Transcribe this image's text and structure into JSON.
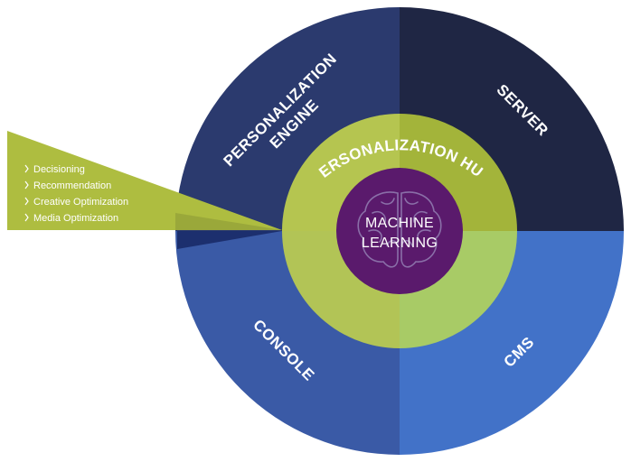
{
  "colors": {
    "engine": "#2b3a6e",
    "server": "#1f2644",
    "cms": "#4272c8",
    "console": "#3a5aa6",
    "hub_top": "#aebd40",
    "hub_right": "#9fb63c",
    "hub_bottom": "#a5c663",
    "hub_left": "#b4c454",
    "center": "#5a1a6c",
    "fan_light": "#aebd40",
    "fan_dark": "#9aa83a",
    "fan_navy": "#1c2f6e"
  },
  "segments": {
    "engine_line1": "PERSONALIZATION",
    "engine_line2": "ENGINE",
    "server": "SERVER",
    "cms": "CMS",
    "console": "CONSOLE"
  },
  "hub": {
    "label": "PERSONALIZATION HUB"
  },
  "center": {
    "line1": "MACHINE",
    "line2": "LEARNING",
    "icon": "brain-icon"
  },
  "fan": {
    "items": [
      "Decisioning",
      "Recommendation",
      "Creative Optimization",
      "Media Optimization"
    ],
    "icon": "chevron-right-icon"
  }
}
